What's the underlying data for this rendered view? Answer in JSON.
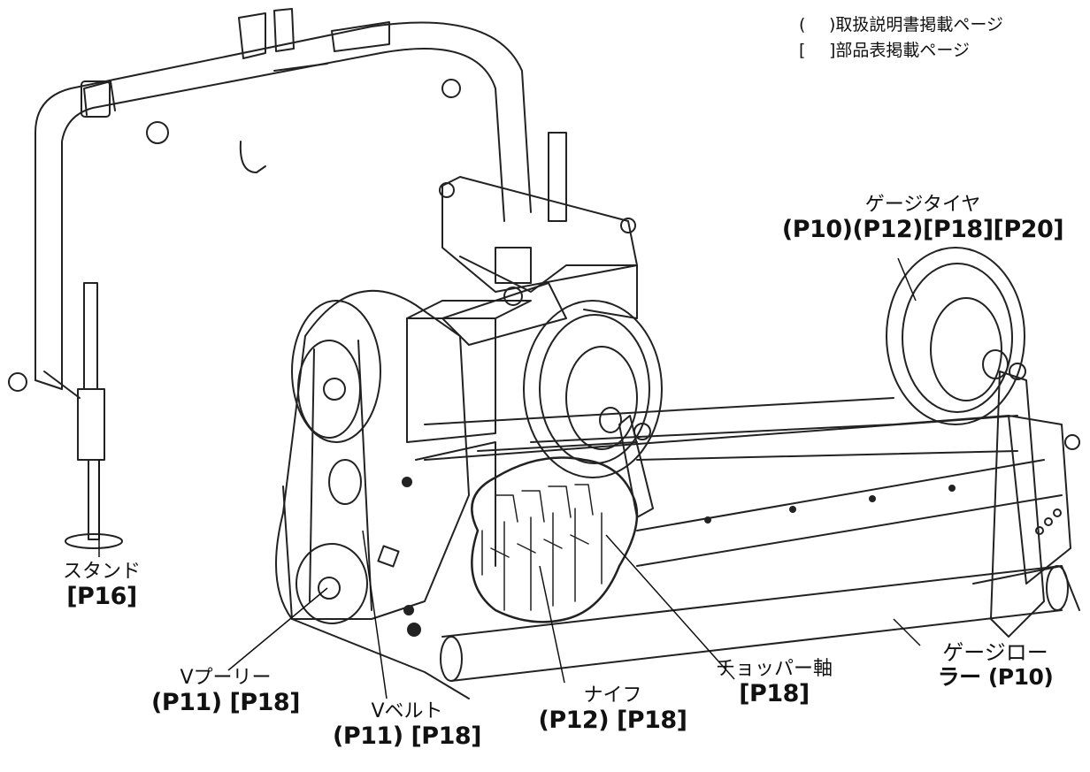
{
  "legend": {
    "row1": {
      "open": "(",
      "text": ")取扱説明書掲載ページ"
    },
    "row2": {
      "open": "[",
      "text": "]部品表掲載ページ"
    }
  },
  "labels": {
    "gauge_tire": {
      "name": "ゲージタイヤ",
      "refs": "(P10)(P12)[P18][P20]"
    },
    "stand": {
      "name": "スタンド",
      "refs": "[P16]"
    },
    "v_pulley": {
      "name": "Vプーリー",
      "refs": "(P11) [P18]"
    },
    "v_belt": {
      "name": "Vベルト",
      "refs": "(P11) [P18]"
    },
    "knife": {
      "name": "ナイフ",
      "refs": "(P12) [P18]"
    },
    "chopper_shaft": {
      "name": "チョッパー軸",
      "refs": "[P18]"
    },
    "gauge_roller": {
      "name_line1": "ゲージロー",
      "name_line2": "ラー (P10)"
    }
  }
}
